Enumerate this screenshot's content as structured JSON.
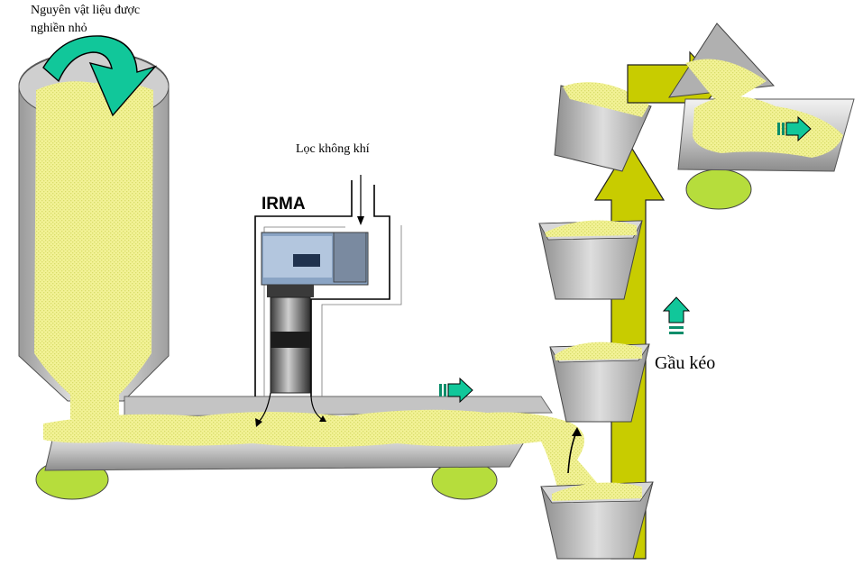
{
  "labels": {
    "input_material": [
      "Nguyên vật liệu được",
      "nghiền nhỏ"
    ],
    "air_filter": "Lọc không khí",
    "analyzer": "IRMA",
    "elevator": "Gầu kéo"
  },
  "colors": {
    "material": "#f2f296",
    "material_dots": "#d8dc6a",
    "metal_light": "#e8e8e8",
    "metal_mid": "#b8b8b8",
    "metal_dark": "#8a8a8a",
    "roller_end": "#b6dd3c",
    "elevator_arrow": "#c8cc00",
    "flow_arrow": "#11c79a",
    "flow_arrow_dark": "#0a8d6a",
    "sensor_body": "#8aa4c4"
  },
  "icons": [
    "input-flow-arrow-icon",
    "conveyor-flow-arrow-icon",
    "output-flow-arrow-icon",
    "elevator-up-arrow-icon",
    "air-flow-arrow-icon"
  ]
}
